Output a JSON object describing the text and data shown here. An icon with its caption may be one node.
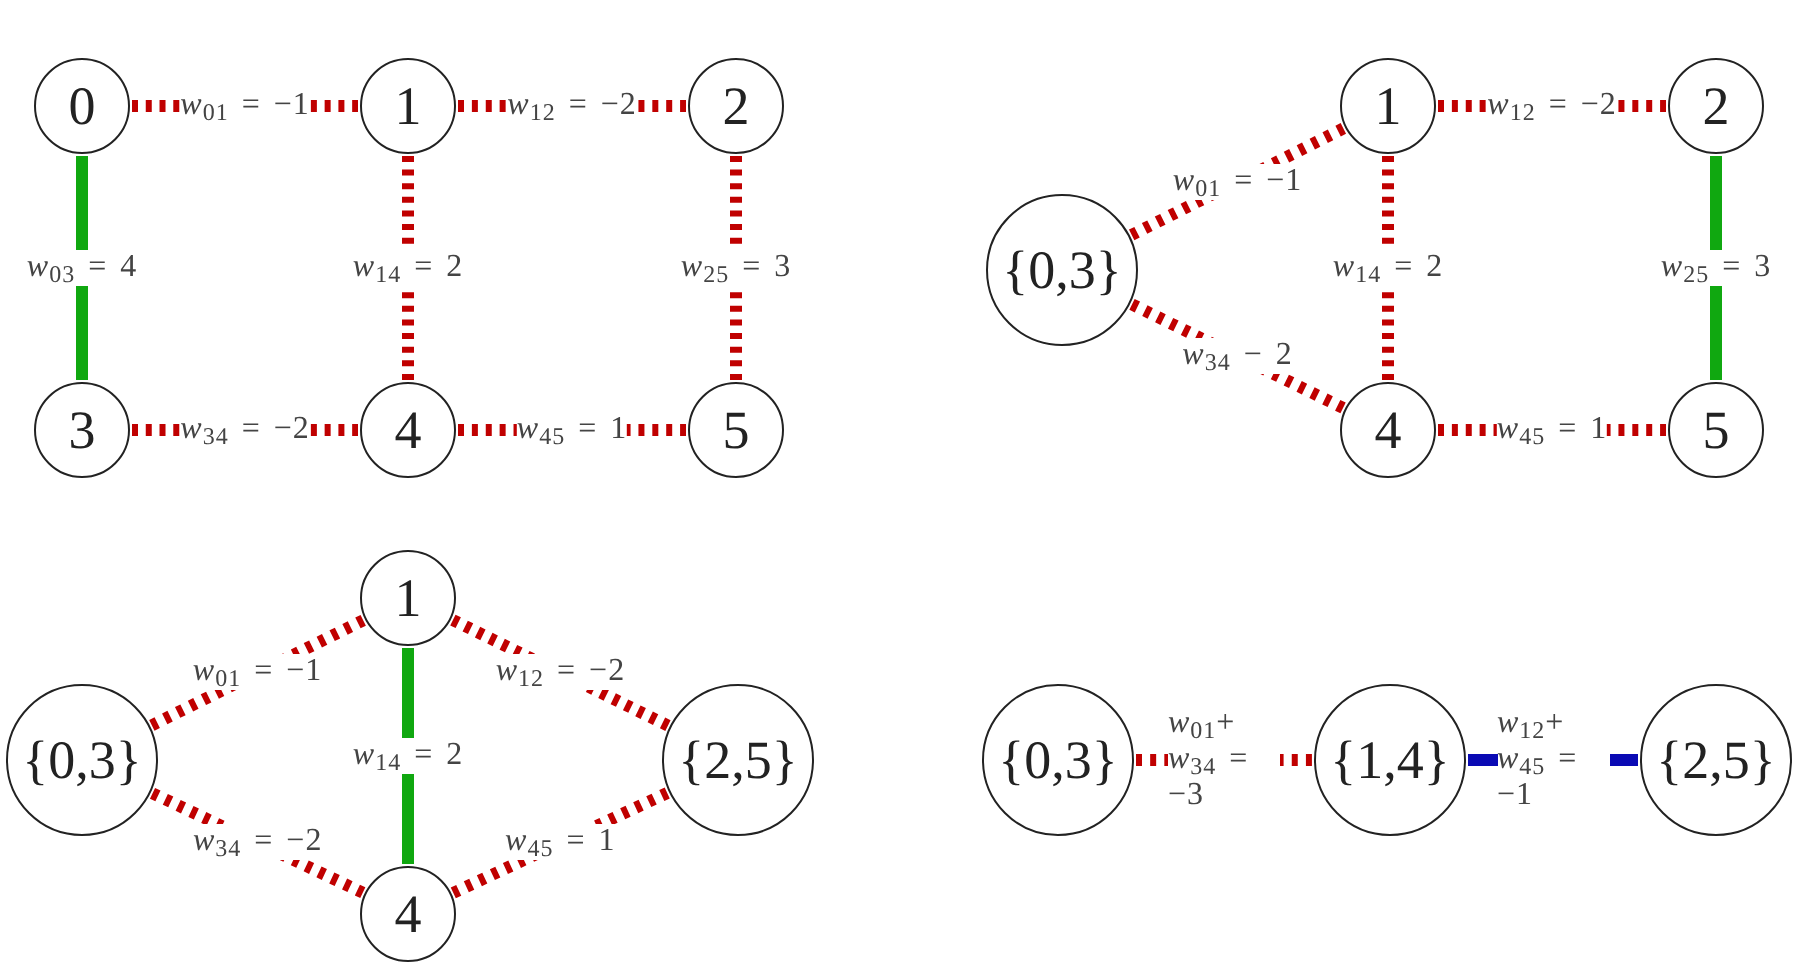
{
  "diagram": {
    "nodes": [
      {
        "text": [
          "0"
        ]
      },
      {
        "text": [
          "1"
        ]
      },
      {
        "text": [
          "2"
        ]
      },
      {
        "text": [
          "3"
        ]
      },
      {
        "text": [
          "4"
        ]
      },
      {
        "text": [
          "5"
        ]
      },
      {
        "text": [
          "{0,3}"
        ]
      },
      {
        "text": [
          "1"
        ]
      },
      {
        "text": [
          "2"
        ]
      },
      {
        "text": [
          "4"
        ]
      },
      {
        "text": [
          "5"
        ]
      },
      {
        "text": [
          "1"
        ]
      },
      {
        "text": [
          "{0,3}"
        ]
      },
      {
        "text": [
          "{2,5}"
        ]
      },
      {
        "text": [
          "4"
        ]
      },
      {
        "text": [
          "{0,3}"
        ]
      },
      {
        "text": [
          "{1,4}"
        ]
      },
      {
        "text": [
          "{2,5}"
        ]
      }
    ],
    "edges": [
      {
        "from": 0,
        "to": 1,
        "arrow": "none",
        "label": "*w*$_{01}$ = −1",
        "style": "dashed"
      },
      {
        "from": 1,
        "to": 2,
        "arrow": "none",
        "label": "*w*$_{12}$ = −2",
        "style": "dashed"
      },
      {
        "from": 0,
        "to": 3,
        "arrow": "none",
        "label": "*w*$_{03}$ = 4",
        "color": "#10a810"
      },
      {
        "from": 1,
        "to": 4,
        "arrow": "none",
        "label": "*w*$_{14}$ = 2",
        "style": "dashed"
      },
      {
        "from": 2,
        "to": 5,
        "arrow": "none",
        "label": "*w*$_{25}$ = 3",
        "style": "dashed"
      },
      {
        "from": 3,
        "to": 4,
        "arrow": "none",
        "label": "*w*$_{34}$ = −2",
        "style": "dashed"
      },
      {
        "from": 4,
        "to": 5,
        "arrow": "none",
        "label": "*w*$_{45}$ = 1",
        "style": "dashed"
      },
      {
        "from": 6,
        "to": 7,
        "arrow": "none",
        "label": "*w*$_{01}$ = −1",
        "style": "dashed"
      },
      {
        "from": 7,
        "to": 8,
        "arrow": "none",
        "label": "*w*$_{12}$ = −2",
        "style": "dashed"
      },
      {
        "from": 7,
        "to": 9,
        "arrow": "none",
        "label": "*w*$_{14}$ = 2",
        "style": "dashed"
      },
      {
        "from": 8,
        "to": 10,
        "arrow": "none",
        "label": "*w*$_{25}$ = 3",
        "color": "#10a810"
      },
      {
        "from": 6,
        "to": 9,
        "arrow": "none",
        "label": "*w*$_{34}$ − 2",
        "style": "dashed"
      },
      {
        "from": 9,
        "to": 10,
        "arrow": "none",
        "label": "*w*$_{45}$ = 1",
        "style": "dashed"
      },
      {
        "from": 12,
        "to": 11,
        "arrow": "none",
        "label": "*w*$_{01}$ = −1",
        "style": "dashed"
      },
      {
        "from": 11,
        "to": 13,
        "arrow": "none",
        "label": "*w*$_{12}$ = −2",
        "style": "dashed"
      },
      {
        "from": 11,
        "to": 14,
        "arrow": "none",
        "label": "*w*$_{14}$ = 2",
        "color": "#10a810"
      },
      {
        "from": 12,
        "to": 14,
        "arrow": "none",
        "label": "*w*$_{34}$ = −2",
        "style": "dashed"
      },
      {
        "from": 14,
        "to": 13,
        "arrow": "none",
        "label": "*w*$_{45}$ = 1",
        "style": "dashed"
      },
      {
        "from": 15,
        "to": 16,
        "arrow": "none",
        "label": "*w*$_{01}$+ *w*$_{34}$ = −3",
        "style": "dashed"
      },
      {
        "from": 16,
        "to": 17,
        "arrow": "none",
        "label": "*w*$_{12}$+ *w*$_{45}$ = −1",
        "color": "#0a0ab4"
      }
    ]
  }
}
